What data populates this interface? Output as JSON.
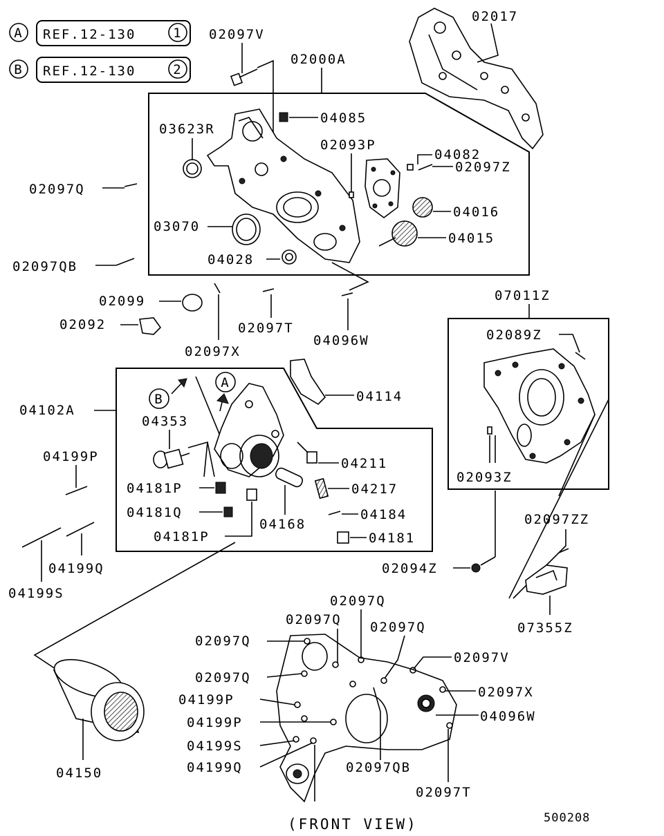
{
  "refs": [
    {
      "letter": "A",
      "text": "REF.12-130",
      "num": "1"
    },
    {
      "letter": "B",
      "text": "REF.12-130",
      "num": "2"
    }
  ],
  "labels": {
    "p02097V_top": "02097V",
    "p02000A": "02000A",
    "p02017": "02017",
    "p03623R": "03623R",
    "p04085": "04085",
    "p02093P": "02093P",
    "p04082": "04082",
    "p02097Q_left": "02097Q",
    "p02097Z": "02097Z",
    "p04016": "04016",
    "p03070": "03070",
    "p04015": "04015",
    "p02097QB_left": "02097QB",
    "p04028": "04028",
    "p02099": "02099",
    "p02092": "02092",
    "p02097T_mid": "02097T",
    "p04096W_mid": "04096W",
    "p02097X_mid": "02097X",
    "p07011Z": "07011Z",
    "p02089Z": "02089Z",
    "p04114": "04114",
    "p04102A": "04102A",
    "p04353": "04353",
    "p04199P_left": "04199P",
    "p04211": "04211",
    "p04181P_a": "04181P",
    "p04217": "04217",
    "p04181Q": "04181Q",
    "p04184": "04184",
    "p04168": "04168",
    "p04181P_b": "04181P",
    "p04181": "04181",
    "p02093Z": "02093Z",
    "p02097ZZ": "02097ZZ",
    "p04199Q_left": "04199Q",
    "p04199S_left": "04199S",
    "p02094Z": "02094Z",
    "p07355Z": "07355Z",
    "f02097Q_1": "02097Q",
    "f02097Q_2": "02097Q",
    "f02097Q_3": "02097Q",
    "f02097Q_4": "02097Q",
    "f02097Q_5": "02097Q",
    "f02097V": "02097V",
    "f02097X": "02097X",
    "f04199P_1": "04199P",
    "f04096W": "04096W",
    "f04199P_2": "04199P",
    "f04199S": "04199S",
    "f04199Q": "04199Q",
    "f02097QB": "02097QB",
    "f02097T": "02097T",
    "p04150": "04150"
  },
  "badge_A": "A",
  "badge_B": "B",
  "front_view": "(FRONT VIEW)",
  "diagram_id": "500208"
}
